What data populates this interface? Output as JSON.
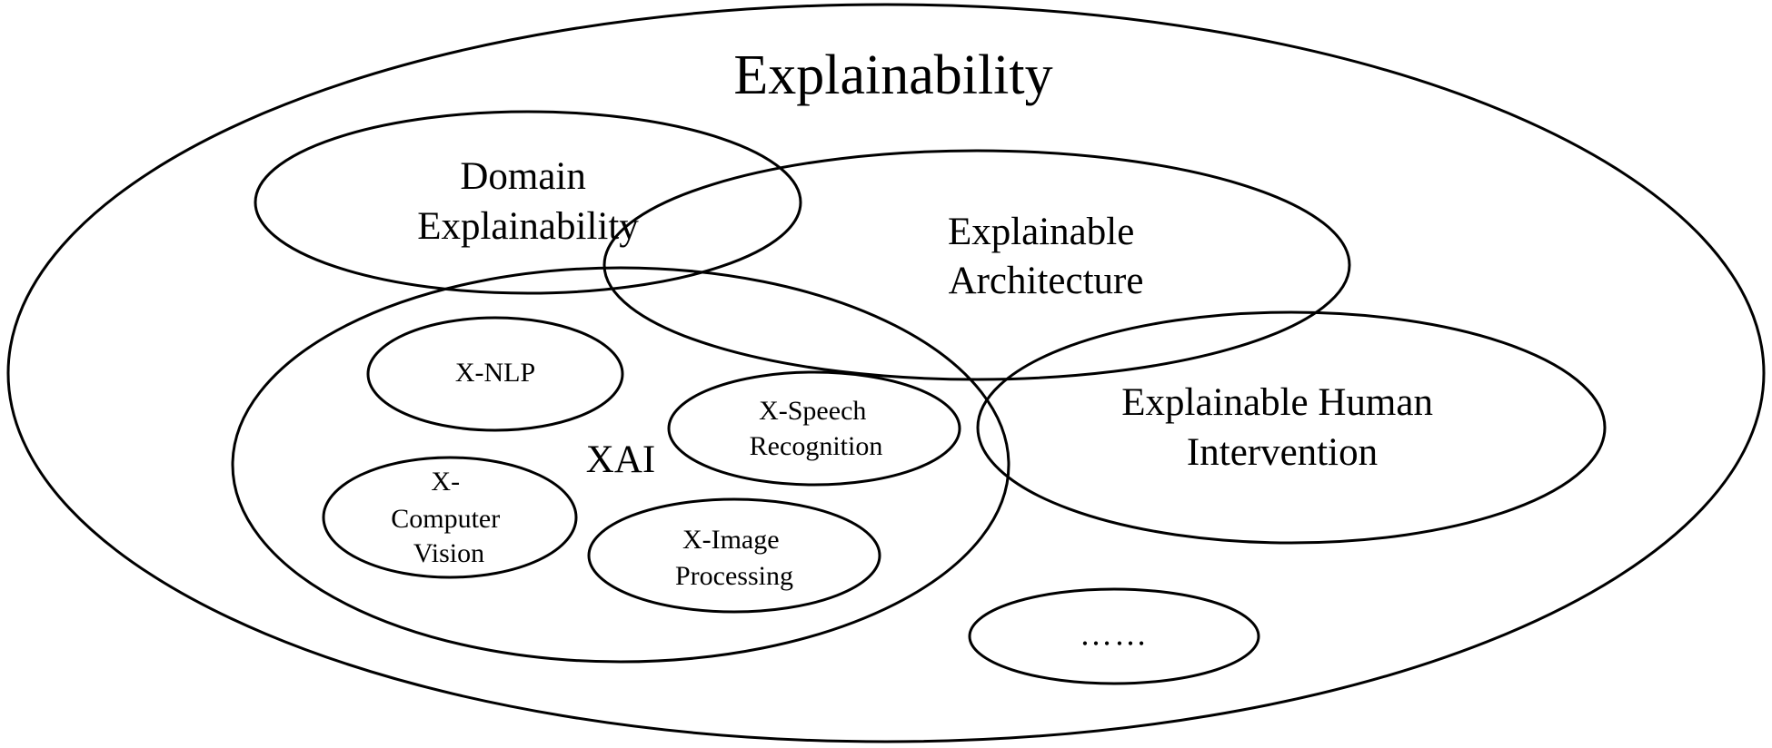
{
  "diagram": {
    "title": "Explainability",
    "domain_explainability": [
      "Domain",
      "Explainability"
    ],
    "explainable_architecture": [
      "Explainable",
      "Architecture"
    ],
    "explainable_human_intervention": [
      "Explainable Human",
      "Intervention"
    ],
    "xai": {
      "label": "XAI",
      "x_nlp": [
        "X-NLP"
      ],
      "x_speech_recognition": [
        "X-Speech",
        "Recognition"
      ],
      "x_computer_vision": [
        "X-",
        "Computer",
        "Vision"
      ],
      "x_image_processing": [
        "X-Image",
        "Processing"
      ]
    },
    "more": "……"
  }
}
